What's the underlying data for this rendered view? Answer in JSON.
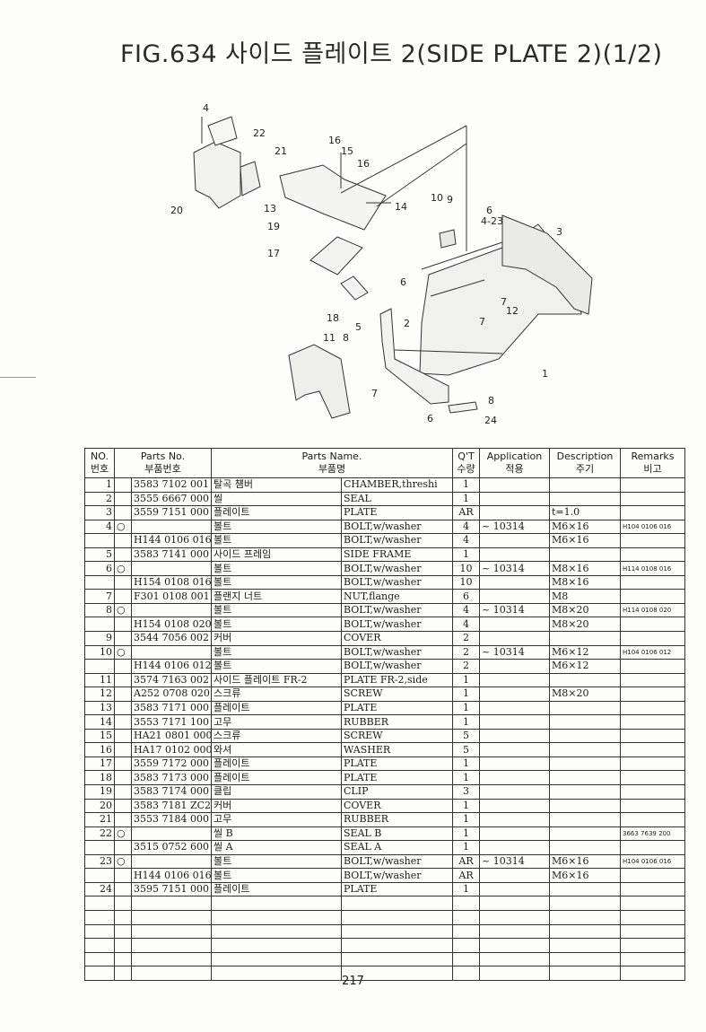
{
  "title": "FIG.634 사이드 플레이트 2(SIDE PLATE 2)(1/2)",
  "callouts": [
    "4",
    "22",
    "21",
    "20",
    "16",
    "15",
    "16",
    "13",
    "19",
    "14",
    "17",
    "18",
    "10",
    "9",
    "6",
    "4-23",
    "3",
    "6",
    "2",
    "7",
    "12",
    "5",
    "11",
    "8",
    "7",
    "1",
    "8",
    "6",
    "24",
    "7"
  ],
  "table": {
    "headers": {
      "no": [
        "NO.",
        "번호"
      ],
      "parts_no": [
        "Parts No.",
        "부품번호"
      ],
      "parts_name": [
        "Parts Name.",
        "부품명"
      ],
      "qty": [
        "Q'T",
        "수량"
      ],
      "application": [
        "Application",
        "적용"
      ],
      "description": [
        "Description",
        "주기"
      ],
      "remarks": [
        "Remarks",
        "비고"
      ]
    },
    "rows": [
      {
        "no": "1",
        "mark": "",
        "part": "3583 7102 001",
        "kr": "탈곡 첌버",
        "en": "CHAMBER,threshi",
        "qty": "1",
        "app": "",
        "desc": "",
        "rem": ""
      },
      {
        "no": "2",
        "mark": "",
        "part": "3555 6667 000",
        "kr": "씰",
        "en": "SEAL",
        "qty": "1",
        "app": "",
        "desc": "",
        "rem": ""
      },
      {
        "no": "3",
        "mark": "",
        "part": "3559 7151 000",
        "kr": "플레이트",
        "en": "PLATE",
        "qty": "AR",
        "app": "",
        "desc": "t=1.0",
        "rem": ""
      },
      {
        "no": "4",
        "mark": "○",
        "part": "",
        "kr": "볼트",
        "en": "BOLT,w/washer",
        "qty": "4",
        "app": "~ 10314",
        "desc": "M6×16",
        "rem": "H104 0106 016"
      },
      {
        "no": "",
        "mark": "",
        "part": "H144 0106 016",
        "kr": "볼트",
        "en": "BOLT,w/washer",
        "qty": "4",
        "app": "",
        "desc": "M6×16",
        "rem": ""
      },
      {
        "no": "5",
        "mark": "",
        "part": "3583 7141 000",
        "kr": "사이드 프레임",
        "en": "SIDE FRAME",
        "qty": "1",
        "app": "",
        "desc": "",
        "rem": ""
      },
      {
        "no": "6",
        "mark": "○",
        "part": "",
        "kr": "볼트",
        "en": "BOLT,w/washer",
        "qty": "10",
        "app": "~ 10314",
        "desc": "M8×16",
        "rem": "H114 0108 016"
      },
      {
        "no": "",
        "mark": "",
        "part": "H154 0108 016",
        "kr": "볼트",
        "en": "BOLT,w/washer",
        "qty": "10",
        "app": "",
        "desc": "M8×16",
        "rem": ""
      },
      {
        "no": "7",
        "mark": "",
        "part": "F301 0108 001",
        "kr": "플랜지 너트",
        "en": "NUT,flange",
        "qty": "6",
        "app": "",
        "desc": "M8",
        "rem": ""
      },
      {
        "no": "8",
        "mark": "○",
        "part": "",
        "kr": "볼트",
        "en": "BOLT,w/washer",
        "qty": "4",
        "app": "~ 10314",
        "desc": "M8×20",
        "rem": "H114 0108 020"
      },
      {
        "no": "",
        "mark": "",
        "part": "H154 0108 020",
        "kr": "볼트",
        "en": "BOLT,w/washer",
        "qty": "4",
        "app": "",
        "desc": "M8×20",
        "rem": ""
      },
      {
        "no": "9",
        "mark": "",
        "part": "3544 7056 002",
        "kr": "커버",
        "en": "COVER",
        "qty": "2",
        "app": "",
        "desc": "",
        "rem": ""
      },
      {
        "no": "10",
        "mark": "○",
        "part": "",
        "kr": "볼트",
        "en": "BOLT,w/washer",
        "qty": "2",
        "app": "~ 10314",
        "desc": "M6×12",
        "rem": "H104 0106 012"
      },
      {
        "no": "",
        "mark": "",
        "part": "H144 0106 012",
        "kr": "볼트",
        "en": "BOLT,w/washer",
        "qty": "2",
        "app": "",
        "desc": "M6×12",
        "rem": ""
      },
      {
        "no": "11",
        "mark": "",
        "part": "3574 7163 002",
        "kr": "사이드 플레이트 FR-2",
        "en": "PLATE FR-2,side",
        "qty": "1",
        "app": "",
        "desc": "",
        "rem": ""
      },
      {
        "no": "12",
        "mark": "",
        "part": "A252 0708 020",
        "kr": "스크류",
        "en": "SCREW",
        "qty": "1",
        "app": "",
        "desc": "M8×20",
        "rem": ""
      },
      {
        "no": "13",
        "mark": "",
        "part": "3583 7171 000",
        "kr": "플레이트",
        "en": "PLATE",
        "qty": "1",
        "app": "",
        "desc": "",
        "rem": ""
      },
      {
        "no": "14",
        "mark": "",
        "part": "3553 7171 100",
        "kr": "고무",
        "en": "RUBBER",
        "qty": "1",
        "app": "",
        "desc": "",
        "rem": ""
      },
      {
        "no": "15",
        "mark": "",
        "part": "HA21 0801 000",
        "kr": "스크류",
        "en": "SCREW",
        "qty": "5",
        "app": "",
        "desc": "",
        "rem": ""
      },
      {
        "no": "16",
        "mark": "",
        "part": "HA17 0102 000",
        "kr": "와셔",
        "en": "WASHER",
        "qty": "5",
        "app": "",
        "desc": "",
        "rem": ""
      },
      {
        "no": "17",
        "mark": "",
        "part": "3559 7172 000",
        "kr": "플레이트",
        "en": "PLATE",
        "qty": "1",
        "app": "",
        "desc": "",
        "rem": ""
      },
      {
        "no": "18",
        "mark": "",
        "part": "3583 7173 000",
        "kr": "플레이트",
        "en": "PLATE",
        "qty": "1",
        "app": "",
        "desc": "",
        "rem": ""
      },
      {
        "no": "19",
        "mark": "",
        "part": "3583 7174 000",
        "kr": "클립",
        "en": "CLIP",
        "qty": "3",
        "app": "",
        "desc": "",
        "rem": ""
      },
      {
        "no": "20",
        "mark": "",
        "part": "3583 7181 ZC2",
        "kr": "커버",
        "en": "COVER",
        "qty": "1",
        "app": "",
        "desc": "",
        "rem": ""
      },
      {
        "no": "21",
        "mark": "",
        "part": "3553 7184 000",
        "kr": "고무",
        "en": "RUBBER",
        "qty": "1",
        "app": "",
        "desc": "",
        "rem": ""
      },
      {
        "no": "22",
        "mark": "○",
        "part": "",
        "kr": "씰 B",
        "en": "SEAL B",
        "qty": "1",
        "app": "",
        "desc": "",
        "rem": "3663 7639 200"
      },
      {
        "no": "",
        "mark": "",
        "part": "3515 0752 600",
        "kr": "씰 A",
        "en": "SEAL A",
        "qty": "1",
        "app": "",
        "desc": "",
        "rem": ""
      },
      {
        "no": "23",
        "mark": "○",
        "part": "",
        "kr": "볼트",
        "en": "BOLT,w/washer",
        "qty": "AR",
        "app": "~ 10314",
        "desc": "M6×16",
        "rem": "H104 0106 016"
      },
      {
        "no": "",
        "mark": "",
        "part": "H144 0106 016",
        "kr": "볼트",
        "en": "BOLT,w/washer",
        "qty": "AR",
        "app": "",
        "desc": "M6×16",
        "rem": ""
      },
      {
        "no": "24",
        "mark": "",
        "part": "3595 7151 000",
        "kr": "플레이트",
        "en": "PLATE",
        "qty": "1",
        "app": "",
        "desc": "",
        "rem": ""
      },
      {
        "no": "",
        "mark": "",
        "part": "",
        "kr": "",
        "en": "",
        "qty": "",
        "app": "",
        "desc": "",
        "rem": ""
      },
      {
        "no": "",
        "mark": "",
        "part": "",
        "kr": "",
        "en": "",
        "qty": "",
        "app": "",
        "desc": "",
        "rem": ""
      },
      {
        "no": "",
        "mark": "",
        "part": "",
        "kr": "",
        "en": "",
        "qty": "",
        "app": "",
        "desc": "",
        "rem": ""
      },
      {
        "no": "",
        "mark": "",
        "part": "",
        "kr": "",
        "en": "",
        "qty": "",
        "app": "",
        "desc": "",
        "rem": ""
      },
      {
        "no": "",
        "mark": "",
        "part": "",
        "kr": "",
        "en": "",
        "qty": "",
        "app": "",
        "desc": "",
        "rem": ""
      },
      {
        "no": "",
        "mark": "",
        "part": "",
        "kr": "",
        "en": "",
        "qty": "",
        "app": "",
        "desc": "",
        "rem": ""
      }
    ]
  },
  "page_number": "217"
}
